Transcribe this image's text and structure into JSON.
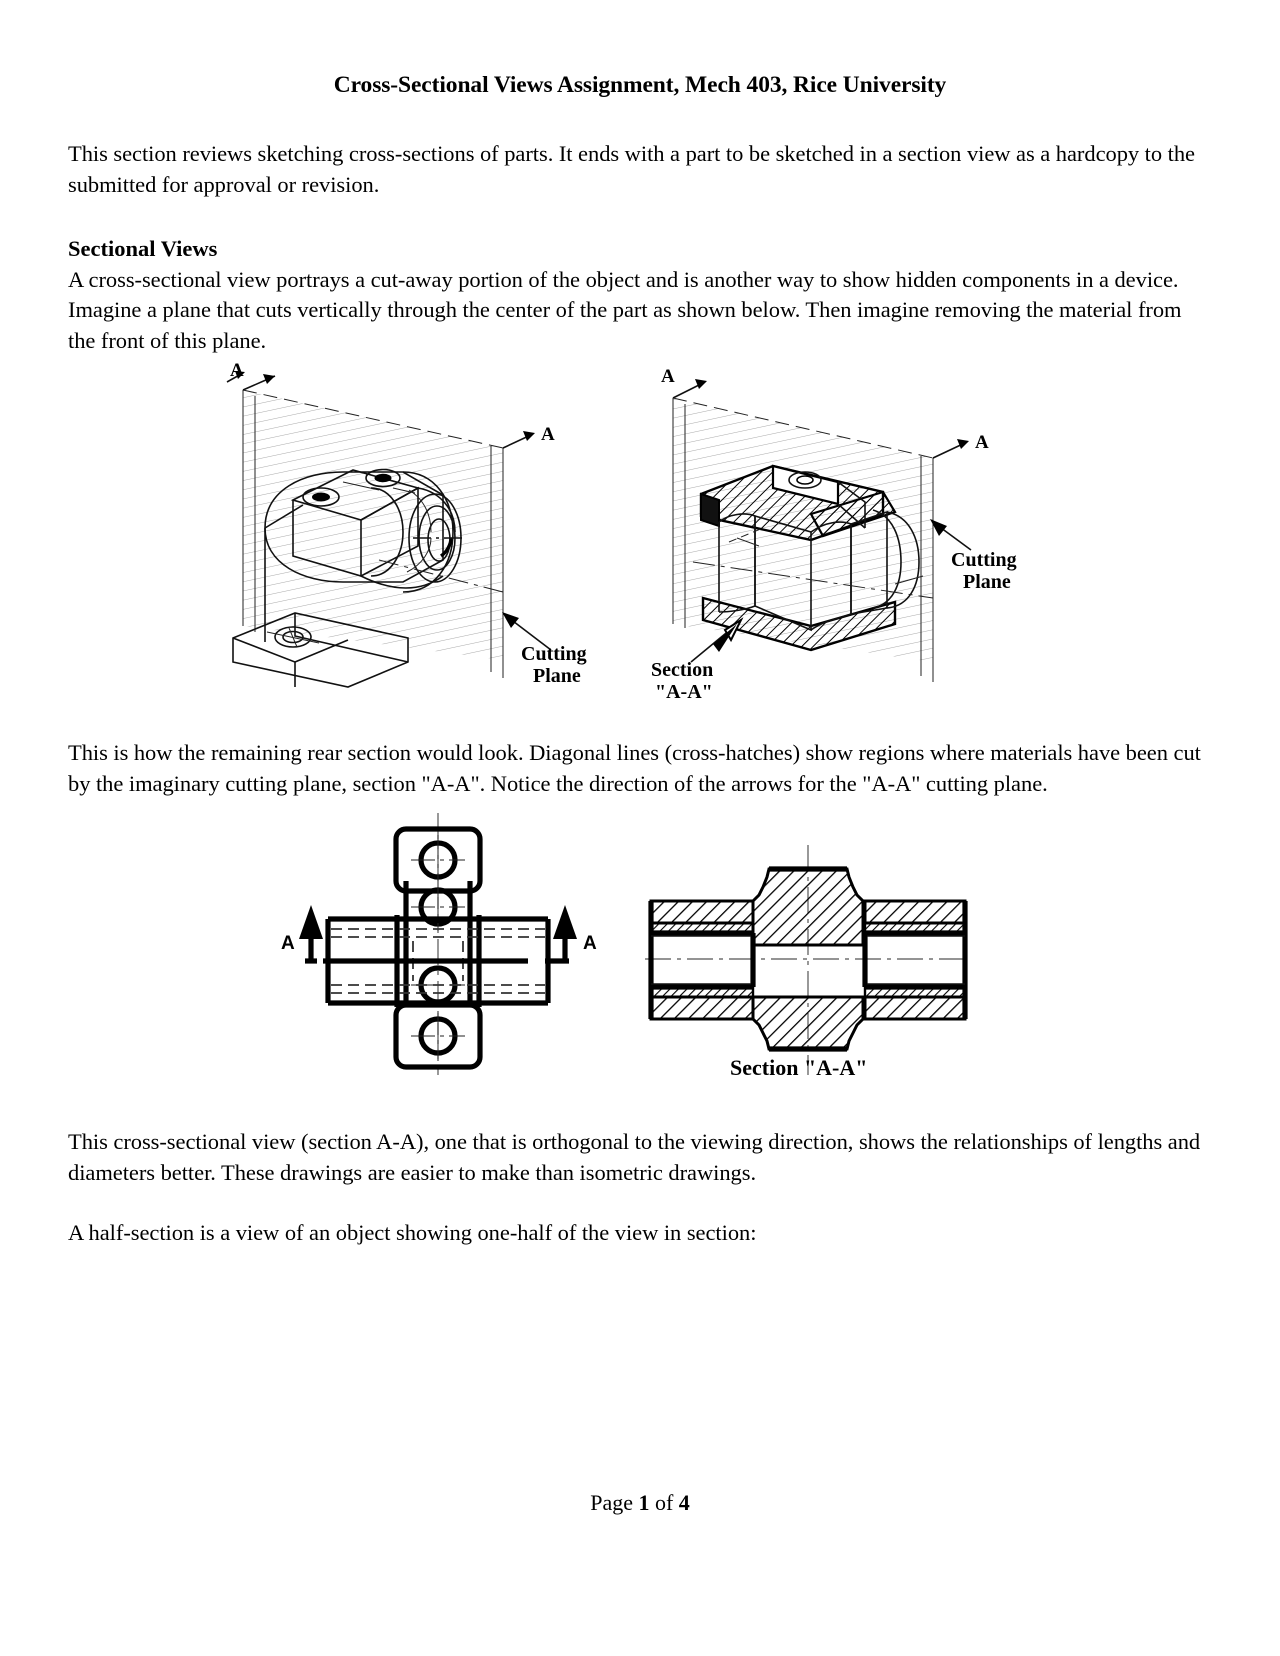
{
  "document": {
    "title": "Cross-Sectional Views Assignment, Mech 403, Rice University",
    "paragraphs": {
      "intro": "This section reviews sketching cross-sections of parts.  It ends with a part to be sketched in a section view as a hardcopy to the submitted for approval or revision.",
      "section_heading": "Sectional Views",
      "body1": "A cross-sectional view portrays a cut-away portion of the object and is another way to show hidden components in a device.  Imagine a plane that cuts vertically through the center of the part as shown below.   Then imagine removing the material from the front of this plane.",
      "body2": "This is how the remaining rear section would look.  Diagonal lines (cross-hatches) show regions where materials have been cut by the imaginary cutting plane, section \"A-A\".  Notice the direction of the arrows for the \"A-A\" cutting plane.",
      "body3": "This cross-sectional view (section A-A), one that is orthogonal to the viewing direction, shows the relationships of lengths and diameters better.  These drawings are easier to make than isometric drawings.",
      "body4": "A half-section is a view of an object showing one-half of the view in section:"
    },
    "footer": {
      "prefix": "Page ",
      "page_number": "1",
      "middle": " of ",
      "total_pages": "4"
    }
  },
  "figures": {
    "iso_solid": {
      "caption_line1": "Cutting",
      "caption_line2": "Plane",
      "arrow_label_top_left": "A",
      "arrow_label_top_right": "A"
    },
    "iso_section": {
      "caption_line1": "Cutting",
      "caption_line2": "Plane",
      "section_label_line1": "Section",
      "section_label_line2": "\"A-A\"",
      "arrow_label_top_left": "A",
      "arrow_label_top_right": "A"
    },
    "ortho_view": {
      "cut_label_left": "A",
      "cut_label_right": "A"
    },
    "section_view": {
      "caption": "Section \"A-A\""
    }
  },
  "colors": {
    "ink": "#000000",
    "paper": "#ffffff",
    "hidden_line": "#333333"
  }
}
